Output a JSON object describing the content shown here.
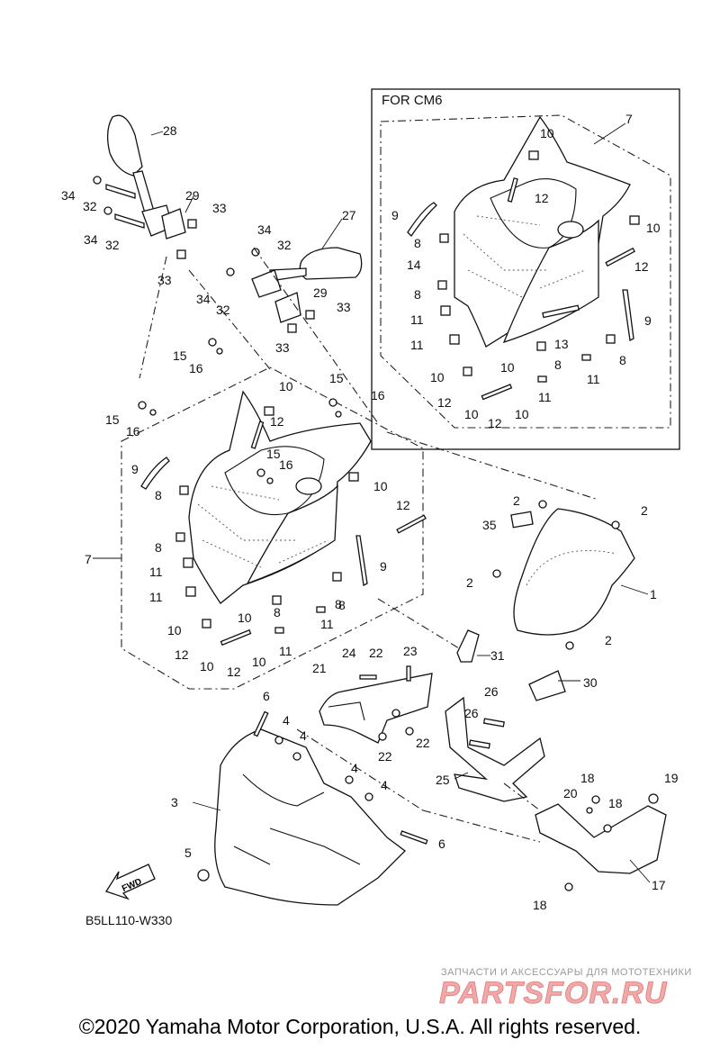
{
  "diagram": {
    "box_title": "FOR CM6",
    "diagram_code": "B5LL110-W330",
    "fwd_label": "FWD",
    "callouts": [
      {
        "id": "c1",
        "text": "1"
      },
      {
        "id": "c2a",
        "text": "2"
      },
      {
        "id": "c2b",
        "text": "2"
      },
      {
        "id": "c2c",
        "text": "2"
      },
      {
        "id": "c2d",
        "text": "2"
      },
      {
        "id": "c3",
        "text": "3"
      },
      {
        "id": "c4a",
        "text": "4"
      },
      {
        "id": "c4b",
        "text": "4"
      },
      {
        "id": "c4c",
        "text": "4"
      },
      {
        "id": "c4d",
        "text": "4"
      },
      {
        "id": "c5",
        "text": "5"
      },
      {
        "id": "c6a",
        "text": "6"
      },
      {
        "id": "c6b",
        "text": "6"
      },
      {
        "id": "c7a",
        "text": "7"
      },
      {
        "id": "c7b",
        "text": "7"
      },
      {
        "id": "c8a",
        "text": "8"
      },
      {
        "id": "c8b",
        "text": "8"
      },
      {
        "id": "c8c",
        "text": "8"
      },
      {
        "id": "c8d",
        "text": "8"
      },
      {
        "id": "c8e",
        "text": "8"
      },
      {
        "id": "c8f",
        "text": "8"
      },
      {
        "id": "c8g",
        "text": "8"
      },
      {
        "id": "c8h",
        "text": "8"
      },
      {
        "id": "c8i",
        "text": "8"
      },
      {
        "id": "c9a",
        "text": "9"
      },
      {
        "id": "c9b",
        "text": "9"
      },
      {
        "id": "c9c",
        "text": "9"
      },
      {
        "id": "c9d",
        "text": "9"
      },
      {
        "id": "c10a",
        "text": "10"
      },
      {
        "id": "c10b",
        "text": "10"
      },
      {
        "id": "c10c",
        "text": "10"
      },
      {
        "id": "c10d",
        "text": "10"
      },
      {
        "id": "c10e",
        "text": "10"
      },
      {
        "id": "c10f",
        "text": "10"
      },
      {
        "id": "c10g",
        "text": "10"
      },
      {
        "id": "c10h",
        "text": "10"
      },
      {
        "id": "c10i",
        "text": "10"
      },
      {
        "id": "c10j",
        "text": "10"
      },
      {
        "id": "c10k",
        "text": "10"
      },
      {
        "id": "c10l",
        "text": "10"
      },
      {
        "id": "c11a",
        "text": "11"
      },
      {
        "id": "c11b",
        "text": "11"
      },
      {
        "id": "c11c",
        "text": "11"
      },
      {
        "id": "c11d",
        "text": "11"
      },
      {
        "id": "c11e",
        "text": "11"
      },
      {
        "id": "c11f",
        "text": "11"
      },
      {
        "id": "c11g",
        "text": "11"
      },
      {
        "id": "c11h",
        "text": "11"
      },
      {
        "id": "c12a",
        "text": "12"
      },
      {
        "id": "c12b",
        "text": "12"
      },
      {
        "id": "c12c",
        "text": "12"
      },
      {
        "id": "c12d",
        "text": "12"
      },
      {
        "id": "c12e",
        "text": "12"
      },
      {
        "id": "c12f",
        "text": "12"
      },
      {
        "id": "c12g",
        "text": "12"
      },
      {
        "id": "c12h",
        "text": "12"
      },
      {
        "id": "c13",
        "text": "13"
      },
      {
        "id": "c14",
        "text": "14"
      },
      {
        "id": "c15a",
        "text": "15"
      },
      {
        "id": "c15b",
        "text": "15"
      },
      {
        "id": "c15c",
        "text": "15"
      },
      {
        "id": "c15d",
        "text": "15"
      },
      {
        "id": "c16a",
        "text": "16"
      },
      {
        "id": "c16b",
        "text": "16"
      },
      {
        "id": "c16c",
        "text": "16"
      },
      {
        "id": "c16d",
        "text": "16"
      },
      {
        "id": "c17",
        "text": "17"
      },
      {
        "id": "c18a",
        "text": "18"
      },
      {
        "id": "c18b",
        "text": "18"
      },
      {
        "id": "c18c",
        "text": "18"
      },
      {
        "id": "c19",
        "text": "19"
      },
      {
        "id": "c20",
        "text": "20"
      },
      {
        "id": "c21",
        "text": "21"
      },
      {
        "id": "c22a",
        "text": "22"
      },
      {
        "id": "c22b",
        "text": "22"
      },
      {
        "id": "c22c",
        "text": "22"
      },
      {
        "id": "c23",
        "text": "23"
      },
      {
        "id": "c24",
        "text": "24"
      },
      {
        "id": "c25",
        "text": "25"
      },
      {
        "id": "c26a",
        "text": "26"
      },
      {
        "id": "c26b",
        "text": "26"
      },
      {
        "id": "c27",
        "text": "27"
      },
      {
        "id": "c28",
        "text": "28"
      },
      {
        "id": "c29a",
        "text": "29"
      },
      {
        "id": "c29b",
        "text": "29"
      },
      {
        "id": "c30",
        "text": "30"
      },
      {
        "id": "c31",
        "text": "31"
      },
      {
        "id": "c32a",
        "text": "32"
      },
      {
        "id": "c32b",
        "text": "32"
      },
      {
        "id": "c32c",
        "text": "32"
      },
      {
        "id": "c32d",
        "text": "32"
      },
      {
        "id": "c33a",
        "text": "33"
      },
      {
        "id": "c33b",
        "text": "33"
      },
      {
        "id": "c33c",
        "text": "33"
      },
      {
        "id": "c33d",
        "text": "33"
      },
      {
        "id": "c34a",
        "text": "34"
      },
      {
        "id": "c34b",
        "text": "34"
      },
      {
        "id": "c34c",
        "text": "34"
      },
      {
        "id": "c34d",
        "text": "34"
      },
      {
        "id": "c35",
        "text": "35"
      }
    ]
  },
  "watermark": {
    "subtitle": "ЗАПЧАСТИ И АКСЕССУАРЫ ДЛЯ МОТОТЕХНИКИ",
    "brand": "PARTSFOR.RU"
  },
  "footer": {
    "copyright": "©2020 Yamaha Motor Corporation, U.S.A. All rights reserved."
  }
}
